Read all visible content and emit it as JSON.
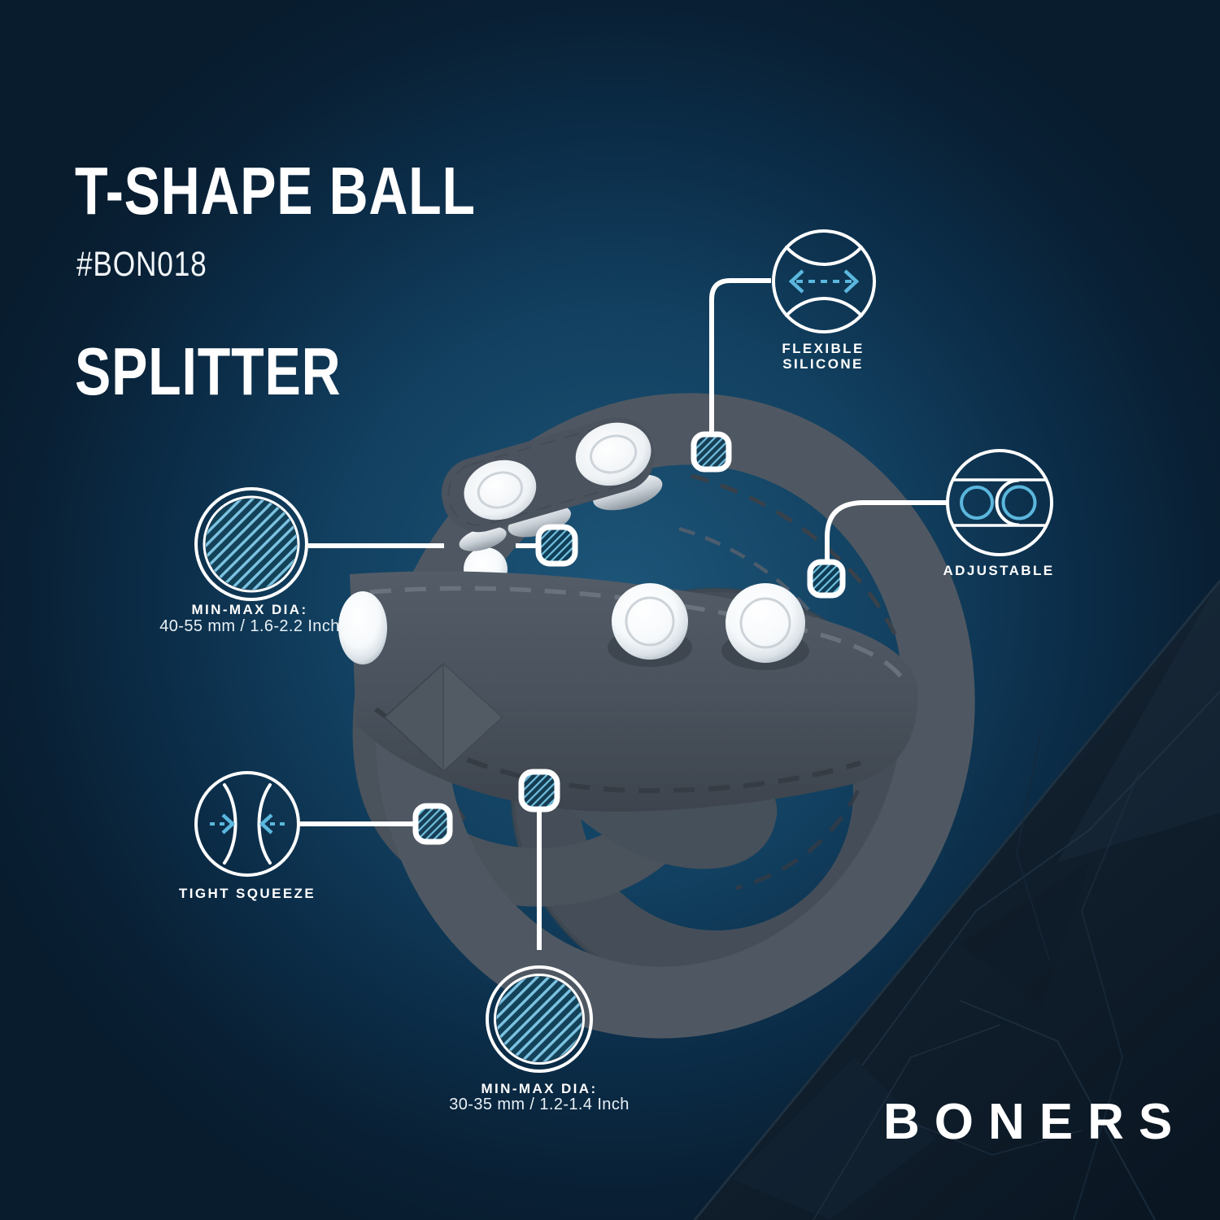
{
  "header": {
    "title_line1": "T-SHAPE BALL",
    "title_line2": "SPLITTER",
    "sku": "#BON018"
  },
  "brand": {
    "logo_text": "BONERS"
  },
  "callouts": {
    "flexible": {
      "line1": "FLEXIBLE",
      "line2": "SILICONE"
    },
    "adjustable": {
      "label": "ADJUSTABLE"
    },
    "min_max_top": {
      "label": "MIN-MAX DIA:",
      "value": "40-55 mm / 1.6-2.2 Inch"
    },
    "tight": {
      "label": "TIGHT SQUEEZE"
    },
    "min_max_bottom": {
      "label": "MIN-MAX DIA:",
      "value": "30-35 mm / 1.2-1.4 Inch"
    }
  },
  "icons": [
    "flex-arrows-icon",
    "snap-band-icon",
    "hatched-circle-icon",
    "squeeze-arrows-icon",
    "hatched-circle-icon"
  ],
  "colors": {
    "background_center": "#1d5578",
    "background_edge": "#081c2e",
    "accent_blue": "#5bb7dd",
    "hatch_blue": "#7cc3e2",
    "line_white": "#ffffff",
    "product_gray": "#49525c",
    "rock_dark": "#0c1a26"
  }
}
